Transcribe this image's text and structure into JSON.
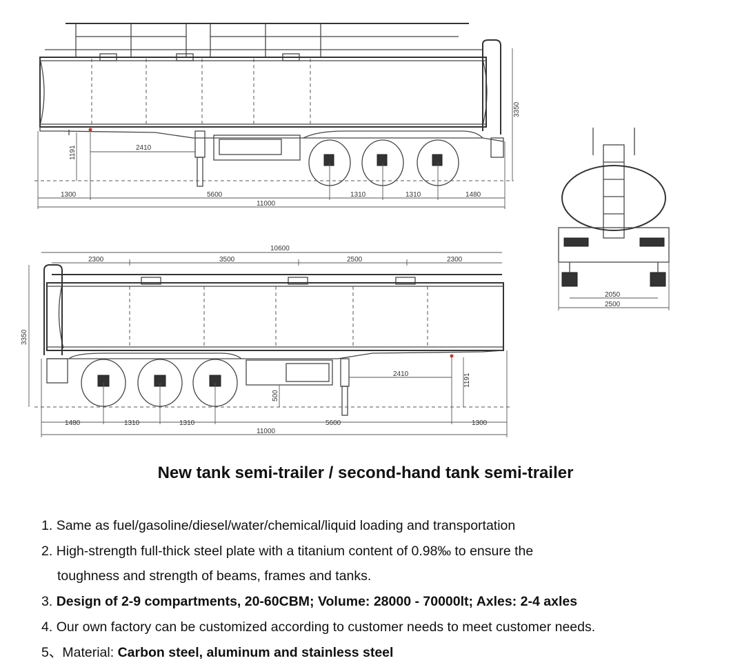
{
  "drawing": {
    "top_view": {
      "dims": {
        "d1300": "1300",
        "d5600": "5600",
        "d1310a": "1310",
        "d1310b": "1310",
        "d1480": "1480",
        "d11000": "11000",
        "d2410": "2410",
        "d1191": "1191",
        "d3350": "3350"
      }
    },
    "bottom_view": {
      "dims": {
        "d10600": "10600",
        "d2300a": "2300",
        "d3500": "3500",
        "d2500": "2500",
        "d2300b": "2300",
        "d1480": "1480",
        "d1310a": "1310",
        "d1310b": "1310",
        "d5600": "5600",
        "d1300": "1300",
        "d11000": "11000",
        "d3350": "3350",
        "d500": "500",
        "d1191": "1191",
        "d2410": "2410"
      }
    },
    "rear_view": {
      "dims": {
        "d2050": "2050",
        "d2500": "2500"
      }
    },
    "colors": {
      "marker": "#c0392b"
    }
  },
  "title": "New tank semi-trailer / second-hand tank semi-trailer",
  "features": [
    {
      "number": "1.",
      "text": "Same as fuel/gasoline/diesel/water/chemical/liquid loading and transportation"
    },
    {
      "number": "2.",
      "text": "High-strength full-thick steel plate with a titanium content of 0.98‰ to ensure the",
      "continuation": "toughness and strength of beams, frames and tanks."
    },
    {
      "number": "3.",
      "text": "Design of 2-9 compartments, 20-60CBM;  Volume: 28000 - 70000lt;  Axles: 2-4 axles"
    },
    {
      "number": "4.",
      "text": "Our own factory can be customized according to customer needs to meet customer needs."
    },
    {
      "number": "5、",
      "label": "Material: ",
      "text": "Carbon steel, aluminum and stainless steel"
    }
  ]
}
